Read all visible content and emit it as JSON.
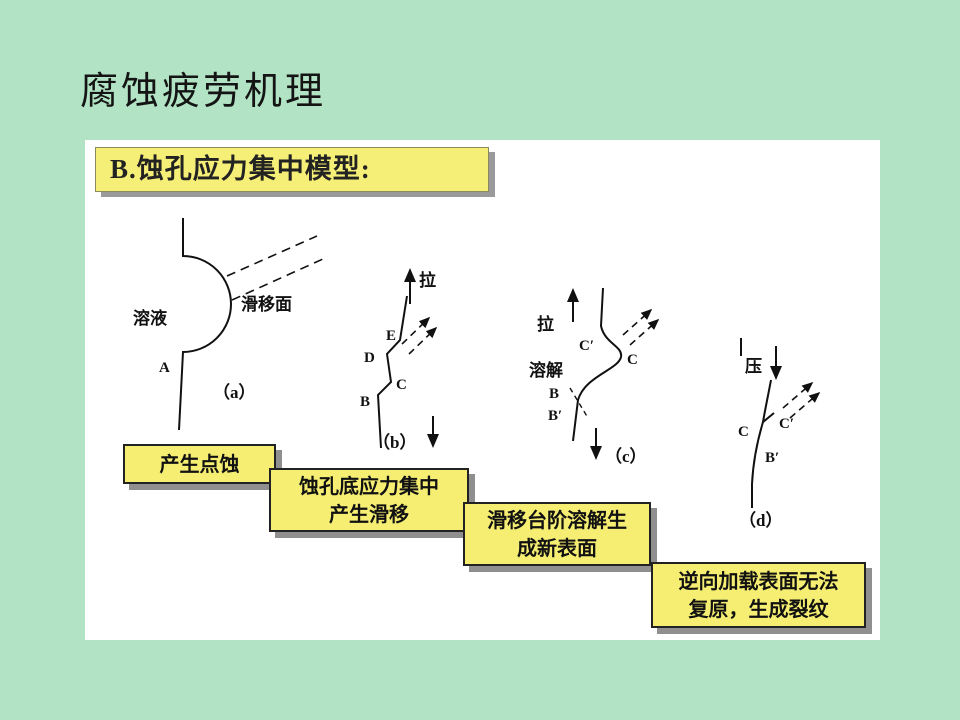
{
  "slide": {
    "title": "腐蚀疲劳机理"
  },
  "panel": {
    "header": "B.蚀孔应力集中模型:"
  },
  "diagrams": {
    "a": {
      "solution": "溶液",
      "slip_plane": "滑移面",
      "point_a": "A",
      "caption": "（a）"
    },
    "b": {
      "tension": "拉",
      "point_e": "E",
      "point_d": "D",
      "point_c": "C",
      "point_b": "B",
      "caption": "（b）"
    },
    "c": {
      "tension": "拉",
      "dissolve": "溶解",
      "point_c_prime": "C′",
      "point_c": "C",
      "point_b": "B",
      "point_b_prime": "B′",
      "caption": "（c）"
    },
    "d": {
      "compression": "压",
      "point_c": "C",
      "point_c_prime": "C′",
      "point_b_prime": "B′",
      "caption": "（d）"
    }
  },
  "captions": [
    {
      "lines": [
        "产生点蚀"
      ]
    },
    {
      "lines": [
        "蚀孔底应力集中",
        "产生滑移"
      ]
    },
    {
      "lines": [
        "滑移台阶溶解生",
        "成新表面"
      ]
    },
    {
      "lines": [
        "逆向加载表面无法",
        "复原，生成裂纹"
      ]
    }
  ],
  "colors": {
    "background": "#b2e3c4",
    "panel": "#ffffff",
    "box_yellow": "#f5ee72",
    "shadow_gray": "#8f8f8f",
    "line_black": "#111111"
  }
}
